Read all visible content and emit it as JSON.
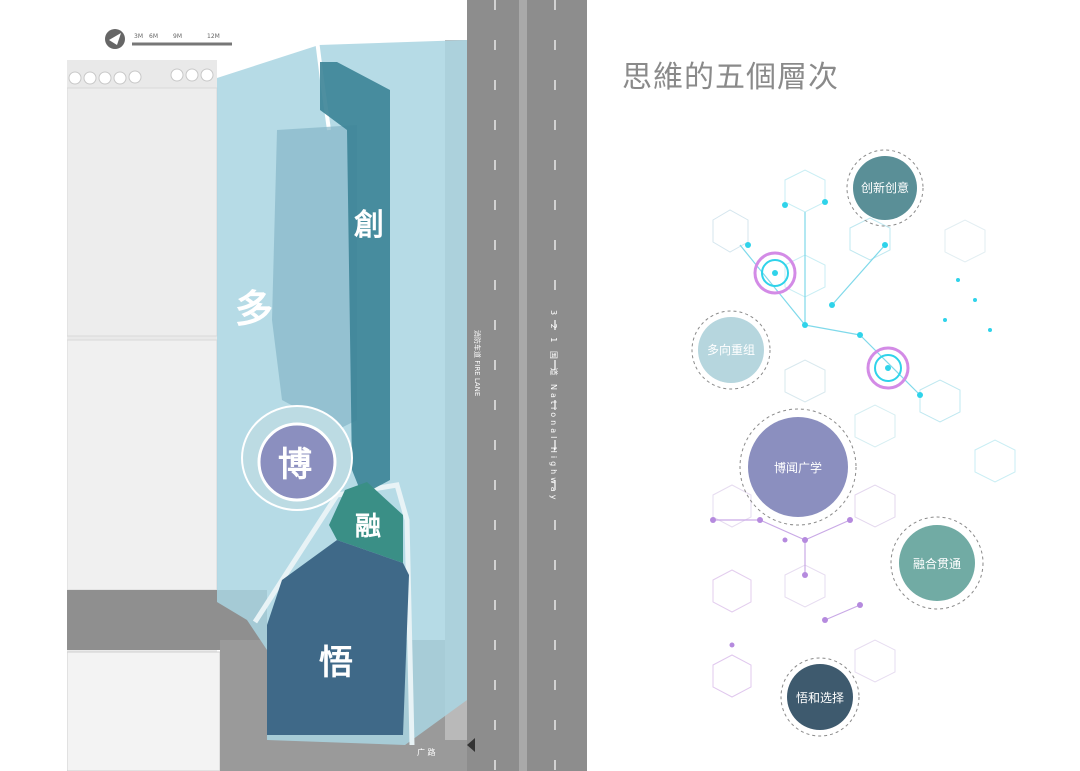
{
  "title": "思維的五個層次",
  "scale_bar": {
    "labels": [
      "3M",
      "6M",
      "9M",
      "12M"
    ]
  },
  "zones": {
    "duo": "多",
    "chuang": "創",
    "bo": "博",
    "rong": "融",
    "wu": "悟"
  },
  "roads": {
    "fire_lane": "消防车道 FIRE LANE",
    "highway": "3 2 1 国 道 National Highway",
    "square_road": "广 路"
  },
  "levels": {
    "innovation": "创新创意",
    "multidirectional": "多向重组",
    "broad_learning": "博闻广学",
    "integration": "融合贯通",
    "choice": "悟和选择"
  },
  "colors": {
    "innovation": "#5a8f97",
    "multidirectional": "#b6d6de",
    "broad_learning": "#8b8fbf",
    "integration": "#71aba4",
    "choice": "#3e5a6e",
    "site_light": "#a9d5e2",
    "site_dark": "#3f6988",
    "road": "#8d8d8d"
  }
}
